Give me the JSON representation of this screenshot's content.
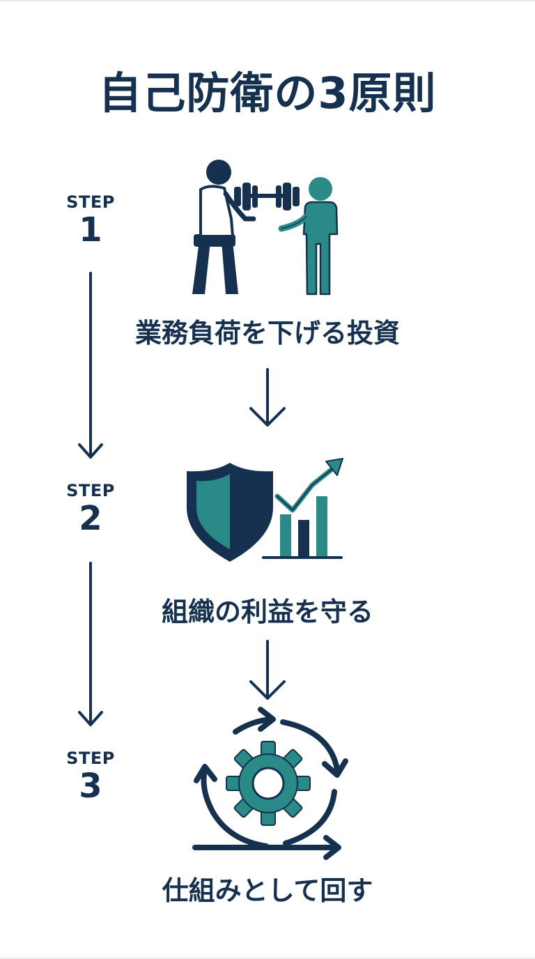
{
  "title": "自己防衛の3原則",
  "steps": [
    {
      "label": "STEP",
      "number": "1",
      "text": "業務負荷を下げる投資",
      "icon": "fitness-support-icon"
    },
    {
      "label": "STEP",
      "number": "2",
      "text": "組織の利益を守る",
      "icon": "shield-growth-icon"
    },
    {
      "label": "STEP",
      "number": "3",
      "text": "仕組みとして回す",
      "icon": "gear-cycle-icon"
    }
  ],
  "colors": {
    "navy": "#16304f",
    "teal": "#2a8a88",
    "background": "#ffffff"
  }
}
